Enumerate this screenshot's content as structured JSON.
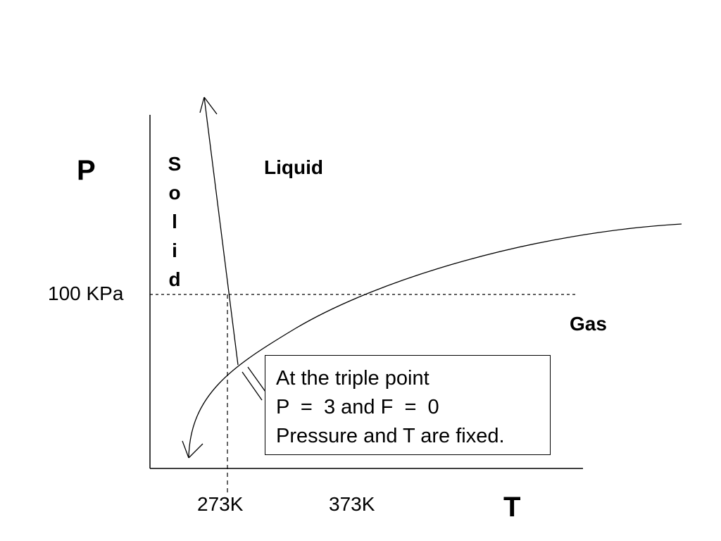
{
  "diagram": {
    "axes": {
      "y_label": "P",
      "x_label": "T"
    },
    "regions": {
      "solid_letters": [
        "S",
        "o",
        "l",
        "i",
        "d"
      ],
      "liquid": "Liquid",
      "gas": "Gas"
    },
    "reference_values": {
      "pressure": "100 KPa",
      "melting_temperature": "273K",
      "boiling_temperature": "373K"
    },
    "note": {
      "lines": [
        "At the triple point",
        "P  =  3 and F  =  0",
        "Pressure and T are fixed."
      ]
    }
  }
}
